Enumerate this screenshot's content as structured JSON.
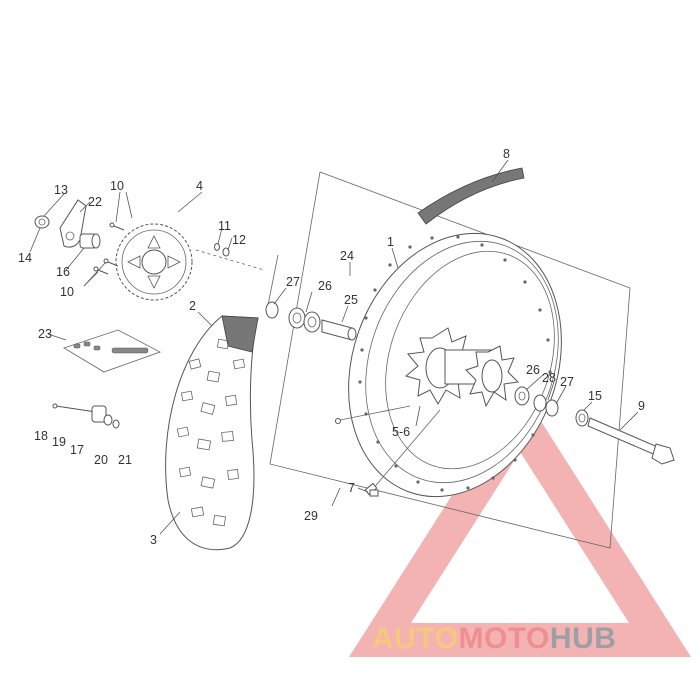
{
  "callouts": {
    "c1": "1",
    "c2": "2",
    "c3": "3",
    "c4": "4",
    "c5_6": "5-6",
    "c7": "7",
    "c8": "8",
    "c9": "9",
    "c10a": "10",
    "c10b": "10",
    "c11": "11",
    "c12": "12",
    "c13": "13",
    "c14": "14",
    "c15": "15",
    "c16": "16",
    "c17": "17",
    "c18": "18",
    "c19": "19",
    "c20": "20",
    "c21": "21",
    "c22": "22",
    "c23": "23",
    "c24": "24",
    "c25": "25",
    "c26a": "26",
    "c26b": "26",
    "c27a": "27",
    "c27b": "27",
    "c28": "28",
    "c29": "29"
  },
  "watermark": {
    "part1": "AUTO",
    "part2": "MOTO",
    "part3": "HUB",
    "color1": "#f5c97a",
    "color2": "#ef8f8f",
    "color3": "#9aa0a6"
  },
  "colors": {
    "line": "#555555",
    "logo_triangle": "#ef9a9a"
  }
}
